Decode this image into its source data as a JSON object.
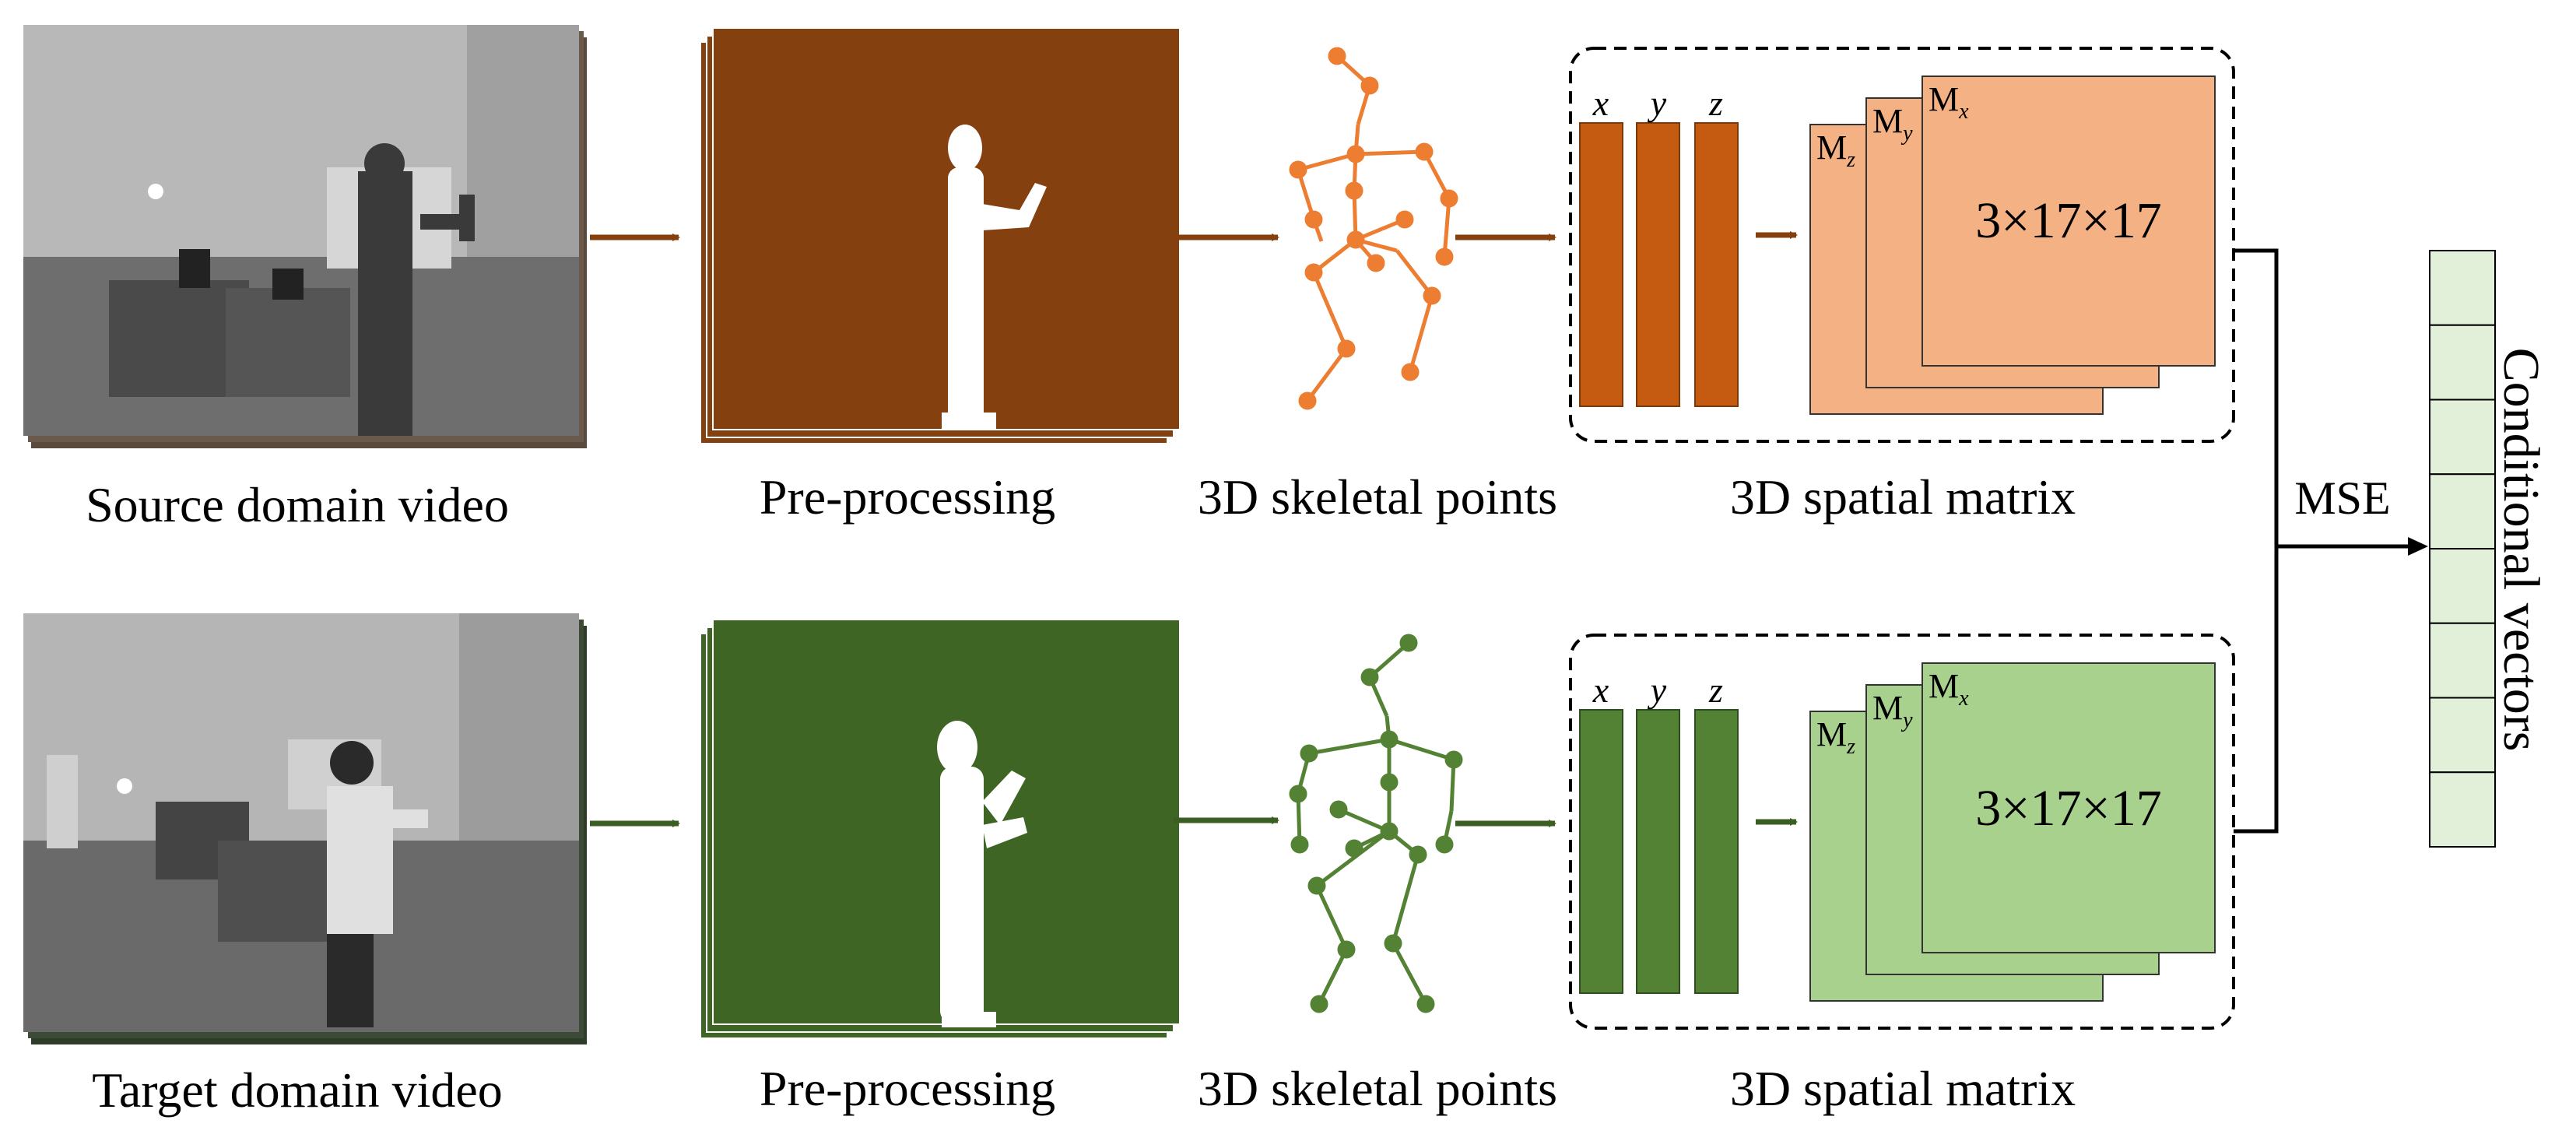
{
  "colors": {
    "source_mask": "#84400f",
    "source_arrow": "#85400d",
    "source_bar": "#c55a11",
    "source_matrix": "#f4b183",
    "source_skeleton": "#ed7d31",
    "target_mask": "#3f6524",
    "target_arrow": "#3b5e22",
    "target_bar": "#548235",
    "target_matrix": "#a9d18e",
    "target_skeleton": "#548235",
    "vector_cell": "#e2f0d9",
    "vector_border": "#7f9f72"
  },
  "source_row": {
    "video_caption": "Source domain video",
    "preprocessing_caption": "Pre-processing",
    "skeleton_caption": "3D skeletal points",
    "matrix_caption": "3D spatial matrix",
    "axis_labels": [
      "x",
      "y",
      "z"
    ],
    "matrix_labels": [
      {
        "main": "M",
        "sub": "z"
      },
      {
        "main": "M",
        "sub": "y"
      },
      {
        "main": "M",
        "sub": "x"
      }
    ],
    "matrix_dims": "3×17×17"
  },
  "target_row": {
    "video_caption": "Target domain video",
    "preprocessing_caption": "Pre-processing",
    "skeleton_caption": "3D skeletal points",
    "matrix_caption": "3D spatial matrix",
    "axis_labels": [
      "x",
      "y",
      "z"
    ],
    "matrix_labels": [
      {
        "main": "M",
        "sub": "z"
      },
      {
        "main": "M",
        "sub": "y"
      },
      {
        "main": "M",
        "sub": "x"
      }
    ],
    "matrix_dims": "3×17×17"
  },
  "loss_label": "MSE",
  "output_label": "Conditional vectors",
  "output_cell_count": 8
}
